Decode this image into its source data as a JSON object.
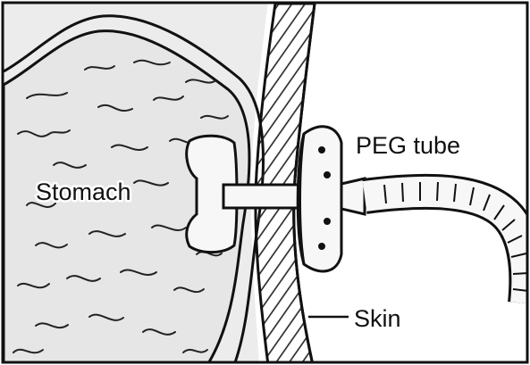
{
  "labels": {
    "stomach": "Stomach",
    "peg_tube": "PEG tube",
    "skin": "Skin"
  },
  "colors": {
    "line": "#111111",
    "stomach_fill": "#e6e6e6",
    "body_fill": "#ececec",
    "device_fill": "#f7f7f7",
    "background": "#ffffff"
  }
}
